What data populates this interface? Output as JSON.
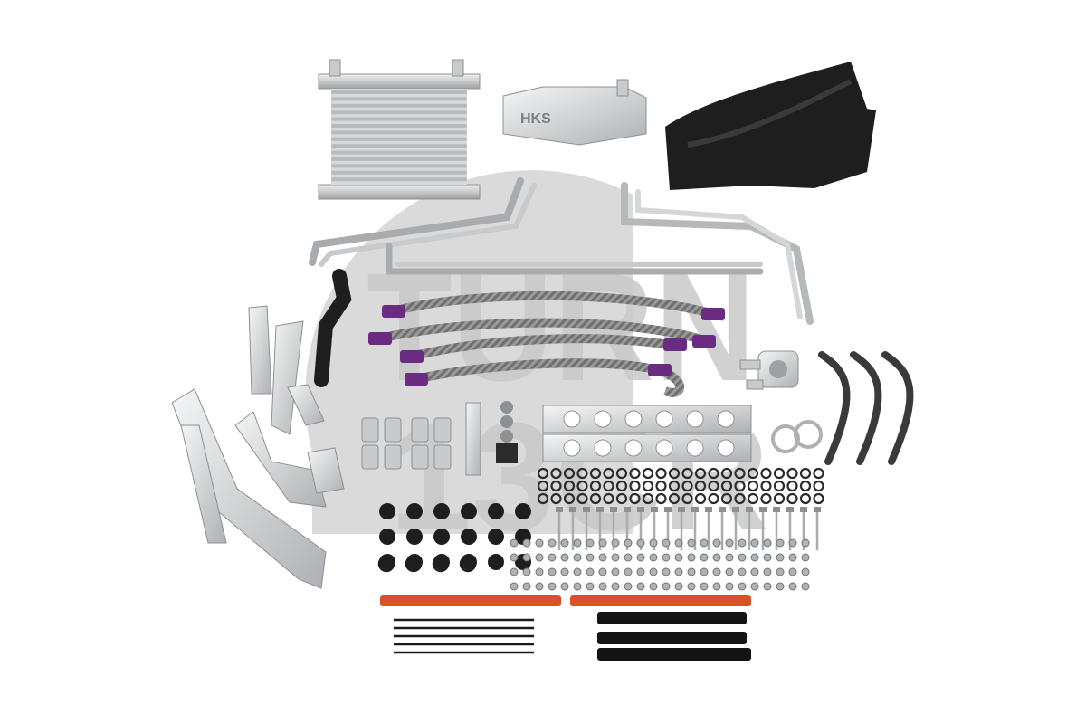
{
  "photo": {
    "background": "#ffffff",
    "watermark": {
      "line1": "TURN",
      "line2": "13CR",
      "color": "#c9c9c9"
    },
    "radiator_logo": "HKS",
    "colors": {
      "aluminium": "#c8cacc",
      "aluminium_dark": "#8d9093",
      "rubber": "#1e1e1e",
      "braided_hose": "#8a8a8a",
      "fitting_purple": "#6a2c82",
      "sleeve_orange": "#d9502a",
      "felt_black": "#141414"
    }
  }
}
